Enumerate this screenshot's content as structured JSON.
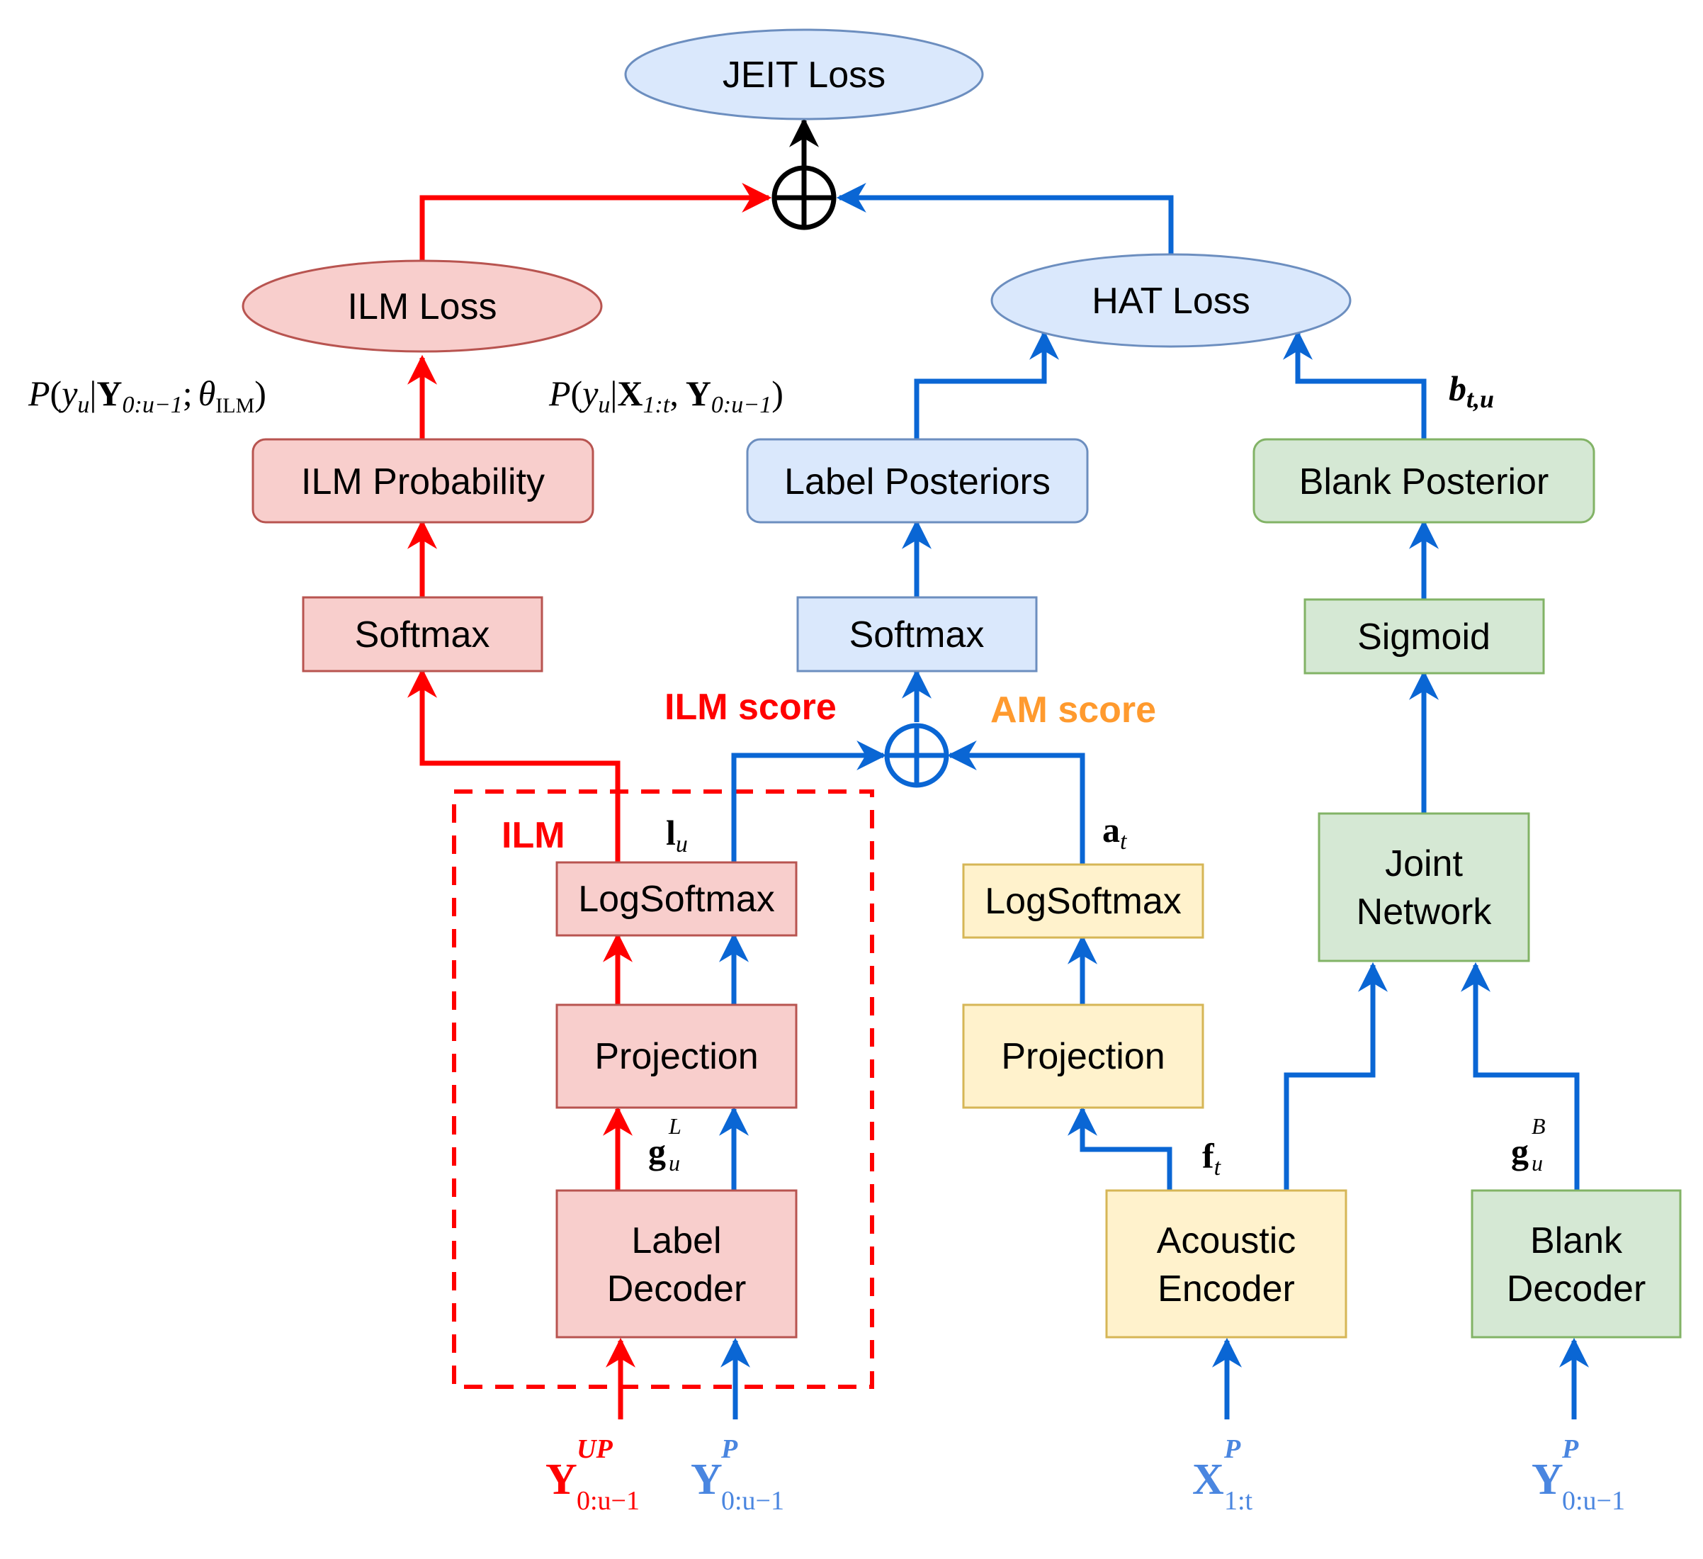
{
  "colors": {
    "red": "#ff0000",
    "blue": "#0a66d4",
    "blue_input": "#4a86e0",
    "orange": "#ff9a2e",
    "black": "#000000",
    "red_fill": "#f8cecc",
    "red_stroke": "#b85450",
    "blue_fill": "#dae8fc",
    "blue_stroke": "#6c8ebf",
    "green_fill": "#d5e8d4",
    "green_stroke": "#82b366",
    "yellow_fill": "#fff2cc",
    "yellow_stroke": "#d6b656"
  },
  "nodes": {
    "jeit_loss": "JEIT Loss",
    "ilm_loss": "ILM Loss",
    "hat_loss": "HAT Loss",
    "ilm_probability": "ILM Probability",
    "label_posteriors": "Label Posteriors",
    "blank_posterior": "Blank Posterior",
    "softmax_left": "Softmax",
    "softmax_mid": "Softmax",
    "sigmoid": "Sigmoid",
    "joint_network_line1": "Joint",
    "joint_network_line2": "Network",
    "logsoftmax_label": "LogSoftmax",
    "logsoftmax_acoustic": "LogSoftmax",
    "projection_label": "Projection",
    "projection_acoustic": "Projection",
    "label_decoder_line1": "Label",
    "label_decoder_line2": "Decoder",
    "acoustic_encoder_line1": "Acoustic",
    "acoustic_encoder_line2": "Encoder",
    "blank_decoder_line1": "Blank",
    "blank_decoder_line2": "Decoder"
  },
  "labels": {
    "ilm_score": "ILM score",
    "am_score": "AM score",
    "ilm_box": "ILM"
  },
  "math": {
    "p_ilm": {
      "P": "P",
      "open": "(",
      "y": "y",
      "u": "u",
      "bar": "|",
      "Y": "Y",
      "sub": "0:u−1",
      "semi": ";",
      "theta": "θ",
      "theta_sub": "ILM",
      "close": ")"
    },
    "p_hat": {
      "P": "P",
      "open": "(",
      "y": "y",
      "u": "u",
      "bar": "|",
      "X": "X",
      "xsub": "1:t",
      "comma": ",",
      "Y": "Y",
      "sub": "0:u−1",
      "close": ")"
    },
    "b_tu": {
      "base": "b",
      "sub": "t,u"
    },
    "l_u": {
      "base": "l",
      "sub": "u"
    },
    "a_t": {
      "base": "a",
      "sub": "t"
    },
    "f_t": {
      "base": "f",
      "sub": "t"
    },
    "g_L": {
      "base": "g",
      "sub": "u",
      "sup": "L"
    },
    "g_B": {
      "base": "g",
      "sub": "u",
      "sup": "B"
    },
    "in_y_up": {
      "base": "Y",
      "sub": "0:u−1",
      "sup": "UP"
    },
    "in_y_p1": {
      "base": "Y",
      "sub": "0:u−1",
      "sup": "P"
    },
    "in_x_p": {
      "base": "X",
      "sub": "1:t",
      "sup": "P"
    },
    "in_y_p2": {
      "base": "Y",
      "sub": "0:u−1",
      "sup": "P"
    }
  }
}
